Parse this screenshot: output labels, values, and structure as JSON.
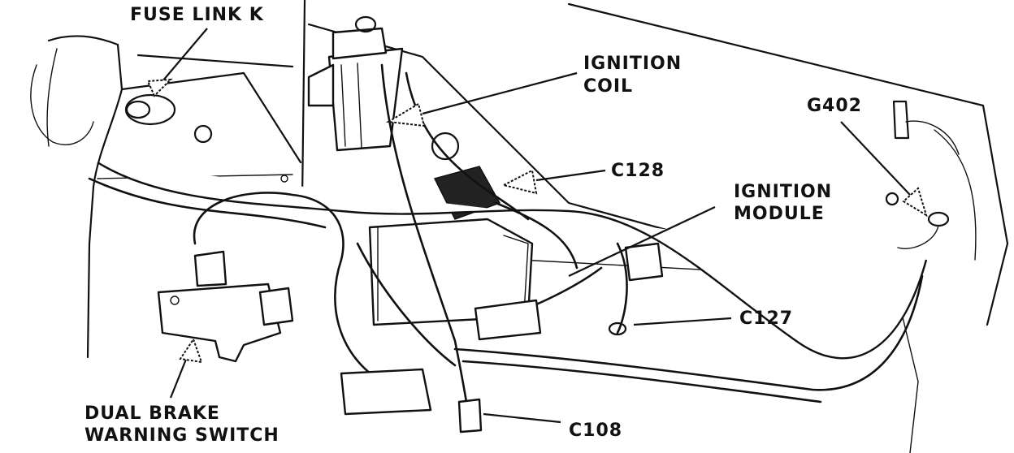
{
  "labels": {
    "fuse_link": "FUSE LINK K",
    "ignition_coil_line1": "IGNITION",
    "ignition_coil_line2": "COIL",
    "g402": "G402",
    "c128": "C128",
    "ignition_module_line1": "IGNITION",
    "ignition_module_line2": "MODULE",
    "c127": "C127",
    "dual_brake_line1": "DUAL BRAKE",
    "dual_brake_line2": "WARNING SWITCH",
    "c108": "C108"
  }
}
